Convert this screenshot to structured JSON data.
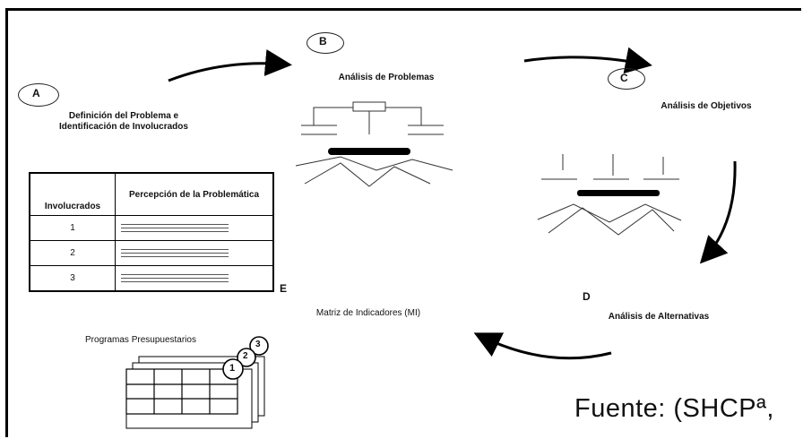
{
  "steps": {
    "a": {
      "letter": "A",
      "label": "Definición del Problema e Identificación de Involucrados"
    },
    "b": {
      "letter": "B",
      "label": "Análisis de Problemas"
    },
    "c": {
      "letter": "C",
      "label": "Análisis de Objetivos"
    },
    "d": {
      "letter": "D",
      "label": "Análisis de Alternativas"
    },
    "e": {
      "letter": "E",
      "label": "Matriz de Indicadores (MI)"
    }
  },
  "involucrados_table": {
    "headers": [
      "Involucrados",
      "Percepción de la Problemática"
    ],
    "rows": [
      "1",
      "2",
      "3"
    ]
  },
  "programas": {
    "label": "Programas Presupuestarios",
    "badges": [
      "1",
      "2",
      "3"
    ]
  },
  "source": "Fuente: (SHCPª,"
}
